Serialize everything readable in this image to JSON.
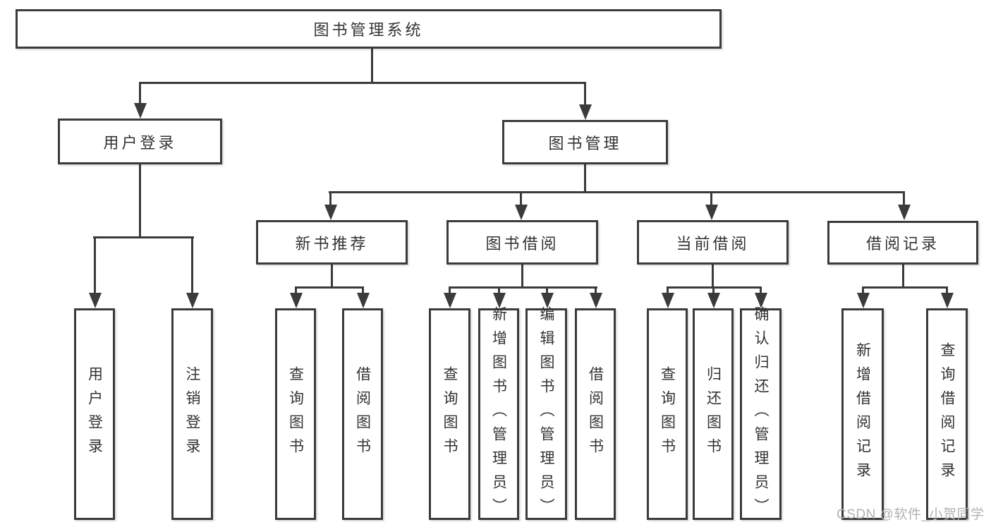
{
  "colors": {
    "line": "#3b3b3b",
    "text": "#333333",
    "background": "#ffffff",
    "watermark": "#b2b2b2"
  },
  "nodes": {
    "root": {
      "label": "图书管理系统"
    },
    "user_login": {
      "label": "用户登录"
    },
    "book_mgmt": {
      "label": "图书管理"
    },
    "user_login_leaf": {
      "label": "用户登录"
    },
    "logout_leaf": {
      "label": "注销登录"
    },
    "new_book_rec": {
      "label": "新书推荐"
    },
    "book_borrow": {
      "label": "图书借阅"
    },
    "current_borrow": {
      "label": "当前借阅"
    },
    "borrow_records": {
      "label": "借阅记录"
    },
    "nb_query_books": {
      "label": "查询图书"
    },
    "nb_borrow_books": {
      "label": "借阅图书"
    },
    "bb_query_books": {
      "label": "查询图书"
    },
    "bb_add_books": {
      "label": "新增图书（管理员）"
    },
    "bb_edit_books": {
      "label": "编辑图书（管理员）"
    },
    "bb_borrow_books": {
      "label": "借阅图书"
    },
    "cb_query_books": {
      "label": "查询图书"
    },
    "cb_return_books": {
      "label": "归还图书"
    },
    "cb_confirm_return": {
      "label": "确认归还（管理员）"
    },
    "br_add_record": {
      "label": "新增借阅记录"
    },
    "br_query_record": {
      "label": "查询借阅记录"
    }
  },
  "watermark": {
    "text": "CSDN @软件_小贺同学"
  }
}
